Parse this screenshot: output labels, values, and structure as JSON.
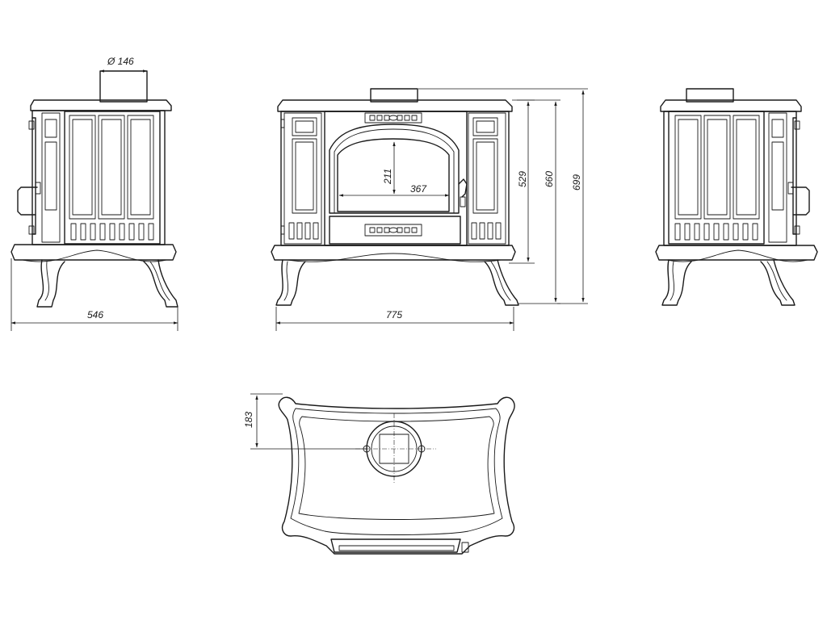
{
  "dimensions": {
    "flue_diameter": "Ø 146",
    "side_depth": "546",
    "front_width": "775",
    "window_height": "211",
    "window_width": "367",
    "height_top_surface": "529",
    "height_body": "660",
    "height_total": "699",
    "flue_offset": "183"
  }
}
